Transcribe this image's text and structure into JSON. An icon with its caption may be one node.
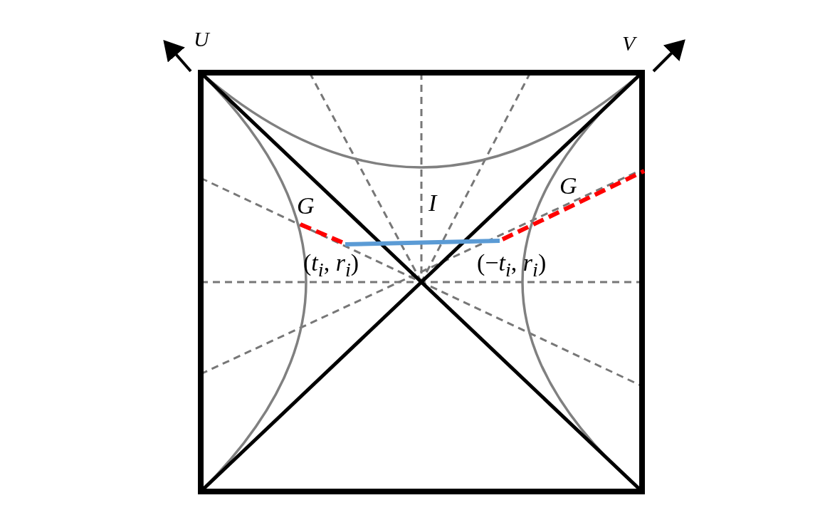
{
  "diagram": {
    "labels": [
      "U",
      "V",
      "G",
      "I",
      "G",
      "(*t*$_{i}$, *r*$_{i}$)",
      "(−*t*$_{i}$, *r*$_{i}$)"
    ]
  }
}
